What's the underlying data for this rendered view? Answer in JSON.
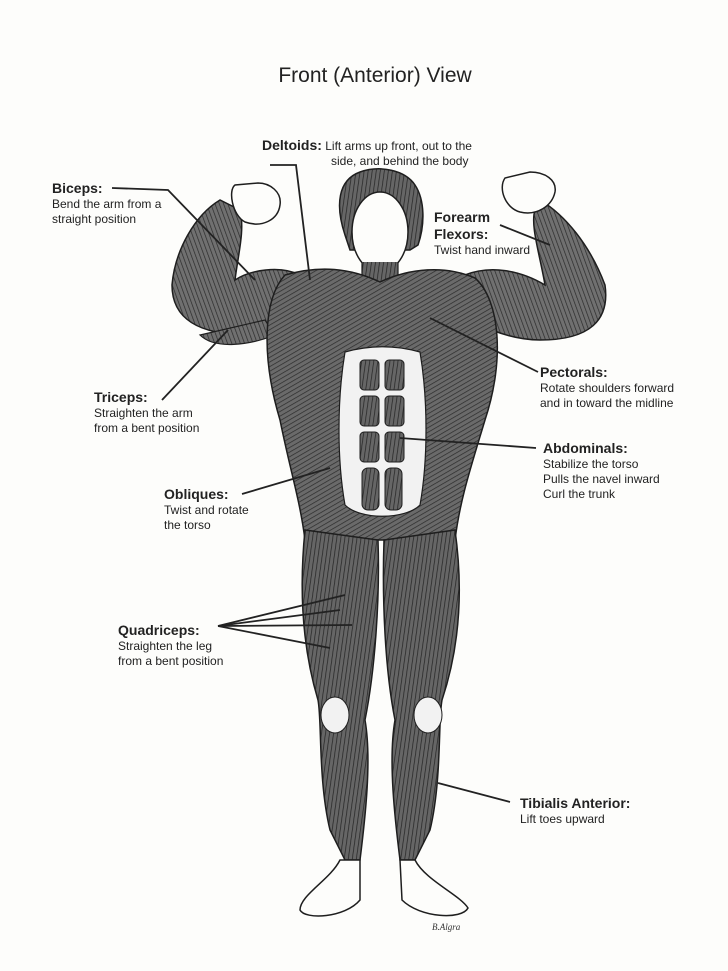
{
  "title": "Front (Anterior) View",
  "labels": {
    "deltoids": {
      "name": "Deltoids:",
      "desc": [
        "Lift arms up front, out to the",
        "side, and behind the body"
      ]
    },
    "biceps": {
      "name": "Biceps:",
      "desc": [
        "Bend the arm from a",
        "straight position"
      ]
    },
    "forearm_flexors": {
      "name": [
        "Forearm",
        "Flexors:"
      ],
      "desc": [
        "Twist hand inward"
      ]
    },
    "triceps": {
      "name": "Triceps:",
      "desc": [
        "Straighten the arm",
        "from a bent position"
      ]
    },
    "pectorals": {
      "name": "Pectorals:",
      "desc": [
        "Rotate shoulders forward",
        "and in toward the midline"
      ]
    },
    "abdominals": {
      "name": "Abdominals:",
      "desc": [
        "Stabilize the torso",
        "Pulls the navel inward",
        "Curl the trunk"
      ]
    },
    "obliques": {
      "name": "Obliques:",
      "desc": [
        "Twist and rotate",
        "the torso"
      ]
    },
    "quadriceps": {
      "name": "Quadriceps:",
      "desc": [
        "Straighten the leg",
        "from a bent position"
      ]
    },
    "tibialis_anterior": {
      "name": "Tibialis Anterior:",
      "desc": [
        "Lift toes upward"
      ]
    }
  },
  "signature": "B.Algra",
  "colors": {
    "muscle": "#5a5a5a",
    "outline": "#1e1e1e",
    "paper": "#fdfdfb",
    "highlight": "#f2f2f2"
  }
}
